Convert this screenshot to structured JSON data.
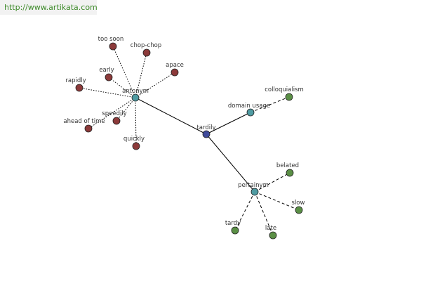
{
  "header": {
    "url": "http://www.artikata.com"
  },
  "colors": {
    "root": "#3f4a9a",
    "relation": "#4f9ba2",
    "antonym_leaf": "#8c3a3a",
    "domain_leaf": "#5a8f45",
    "pertainym_leaf": "#5a8f45",
    "edge": "#000000"
  },
  "graph": {
    "nodes": [
      {
        "id": "tardily",
        "label": "tardily",
        "kind": "root"
      },
      {
        "id": "antonym",
        "label": "antonym",
        "kind": "relation"
      },
      {
        "id": "domain_usage",
        "label": "domain usage",
        "kind": "relation"
      },
      {
        "id": "pertainym",
        "label": "pertainym",
        "kind": "relation"
      },
      {
        "id": "too_soon",
        "label": "too soon",
        "kind": "antonym_leaf"
      },
      {
        "id": "chop_chop",
        "label": "chop-chop",
        "kind": "antonym_leaf"
      },
      {
        "id": "early",
        "label": "early",
        "kind": "antonym_leaf"
      },
      {
        "id": "apace",
        "label": "apace",
        "kind": "antonym_leaf"
      },
      {
        "id": "rapidly",
        "label": "rapidly",
        "kind": "antonym_leaf"
      },
      {
        "id": "speedily",
        "label": "speedily",
        "kind": "antonym_leaf"
      },
      {
        "id": "ahead_of_time",
        "label": "ahead of time",
        "kind": "antonym_leaf"
      },
      {
        "id": "quickly",
        "label": "quickly",
        "kind": "antonym_leaf"
      },
      {
        "id": "colloquialism",
        "label": "colloquialism",
        "kind": "domain_leaf"
      },
      {
        "id": "belated",
        "label": "belated",
        "kind": "pertainym_leaf"
      },
      {
        "id": "slow",
        "label": "slow",
        "kind": "pertainym_leaf"
      },
      {
        "id": "tardy",
        "label": "tardy",
        "kind": "pertainym_leaf"
      },
      {
        "id": "late",
        "label": "late",
        "kind": "pertainym_leaf"
      }
    ],
    "edges": [
      {
        "from": "tardily",
        "to": "antonym",
        "style": "solid"
      },
      {
        "from": "tardily",
        "to": "domain_usage",
        "style": "solid"
      },
      {
        "from": "tardily",
        "to": "pertainym",
        "style": "solid"
      },
      {
        "from": "antonym",
        "to": "too_soon",
        "style": "dotted"
      },
      {
        "from": "antonym",
        "to": "chop_chop",
        "style": "dotted"
      },
      {
        "from": "antonym",
        "to": "early",
        "style": "dotted"
      },
      {
        "from": "antonym",
        "to": "apace",
        "style": "dotted"
      },
      {
        "from": "antonym",
        "to": "rapidly",
        "style": "dotted"
      },
      {
        "from": "antonym",
        "to": "speedily",
        "style": "dotted"
      },
      {
        "from": "antonym",
        "to": "ahead_of_time",
        "style": "dotted"
      },
      {
        "from": "antonym",
        "to": "quickly",
        "style": "dotted"
      },
      {
        "from": "domain_usage",
        "to": "colloquialism",
        "style": "dashed"
      },
      {
        "from": "pertainym",
        "to": "belated",
        "style": "dashed"
      },
      {
        "from": "pertainym",
        "to": "slow",
        "style": "dashed"
      },
      {
        "from": "pertainym",
        "to": "tardy",
        "style": "dashed"
      },
      {
        "from": "pertainym",
        "to": "late",
        "style": "dashed"
      }
    ]
  }
}
